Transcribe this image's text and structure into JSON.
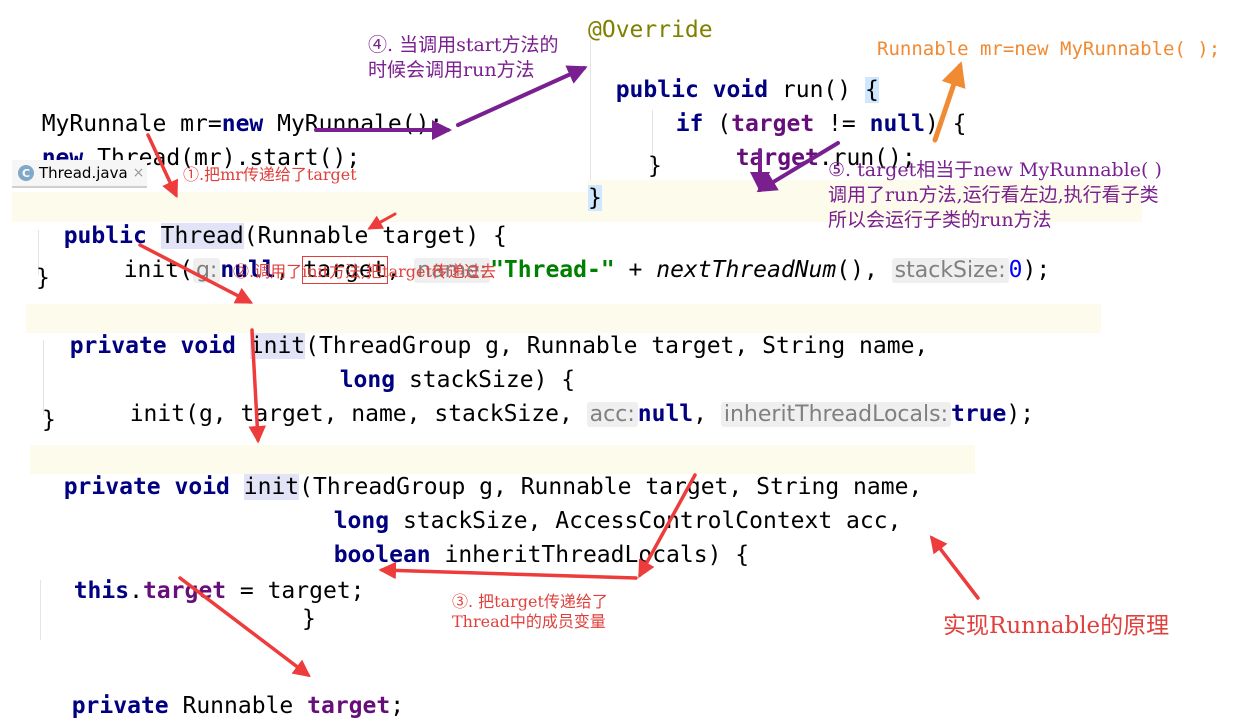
{
  "code": {
    "main_line1": [
      "MyRunnale mr=",
      "new",
      " MyRunnale();"
    ],
    "main_line2": [
      "new",
      " Thread(mr).start();"
    ],
    "run_override": "@Override",
    "run_sig": [
      "public",
      " ",
      "void",
      " run() ",
      "{"
    ],
    "run_if": [
      "if",
      " (",
      "target",
      " != ",
      "null",
      ") {"
    ],
    "run_call": [
      "target",
      ".run();"
    ],
    "run_close1": "}",
    "run_close2": "}",
    "ctor_sig": [
      "public",
      " ",
      "Thread",
      "(Runnable ",
      "target",
      ") {"
    ],
    "ctor_init": [
      "init(",
      "g:",
      "null",
      ", ",
      "target",
      ",",
      "name:",
      "\"Thread-\"",
      " + ",
      "nextThreadNum",
      "(),",
      "stackSize:",
      "0",
      ");"
    ],
    "ctor_close": "}",
    "init1_sig": [
      "private",
      " ",
      "void",
      " ",
      "init",
      "(ThreadGroup g, Runnable target, String name,"
    ],
    "init1_sig2": [
      "long",
      " stackSize) {"
    ],
    "init1_call": [
      "init(g, target, name, stackSize, ",
      "acc:",
      "null",
      ", ",
      "inheritThreadLocals:",
      "true",
      ");"
    ],
    "init1_close": "}",
    "init2_sig": [
      "private",
      " ",
      "void",
      " ",
      "init",
      "(ThreadGroup g, Runnable target, String name,"
    ],
    "init2_sig2": [
      "long",
      " stackSize, AccessControlContext acc,"
    ],
    "init2_sig3": [
      "boolean",
      " inheritThreadLocals) {"
    ],
    "assign": [
      "this",
      ".",
      "target",
      " = target;"
    ],
    "init2_close": "}",
    "field": [
      "private",
      " Runnable ",
      "target",
      ";"
    ]
  },
  "tab": {
    "icon": "c-class-icon",
    "label": "Thread.java",
    "close": "×"
  },
  "notes": {
    "n1": "①.把mr传递给了target",
    "n2": "②.调用了init方法,把target传递过去",
    "n3": "③. 把target传递给了\nThread中的成员变量",
    "n4": "④. 当调用start方法的\n时候会调用run方法",
    "n5": "⑤. target相当于new MyRunnable( )\n调用了run方法,运行看左边,执行看子类\n所以会运行子类的run方法",
    "orange": "Runnable mr=new MyRunnable( );",
    "title": "实现Runnable的原理"
  },
  "colors": {
    "arrow_red": "#ee3b3b",
    "arrow_purple": "#7a1f8f",
    "arrow_orange": "#f08a33"
  }
}
